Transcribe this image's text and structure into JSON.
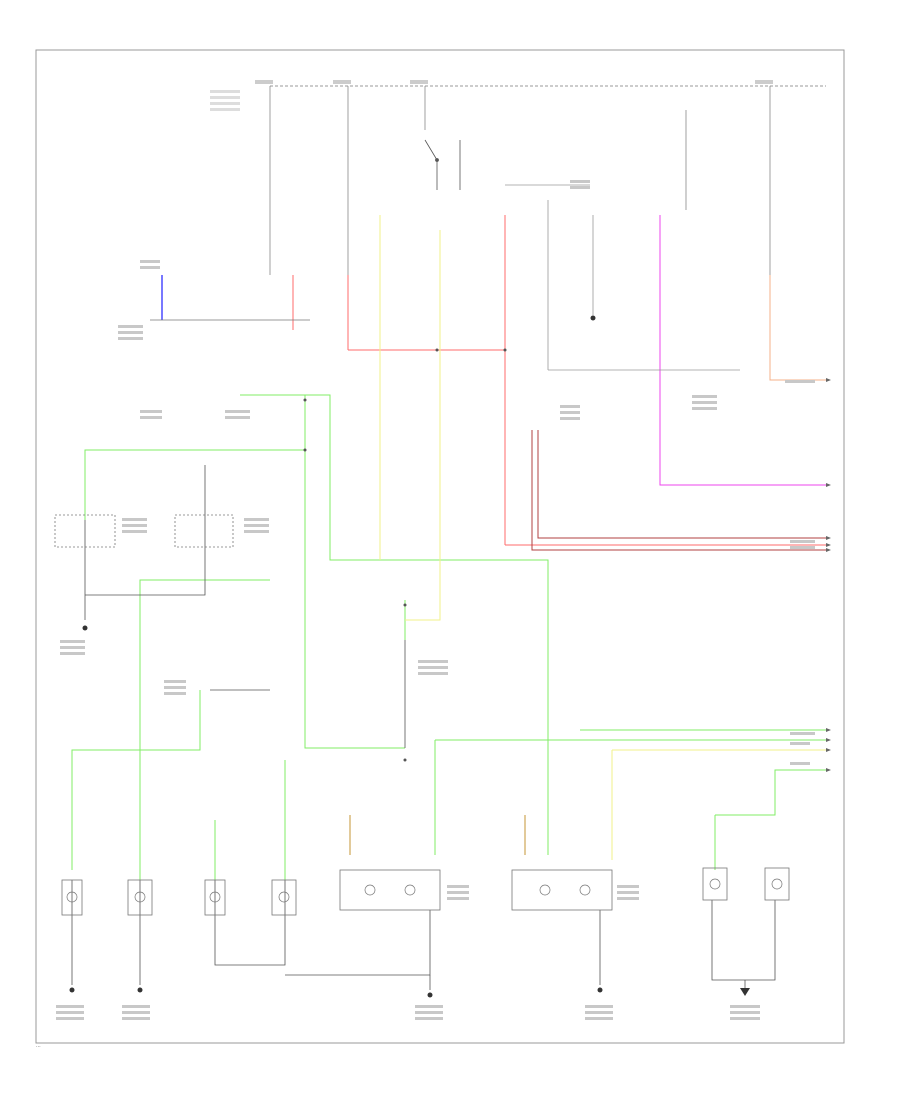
{
  "diagram": {
    "wire_colors": {
      "black": "#555555",
      "gray": "#9a9a9a",
      "blue": "#4a4aff",
      "red": "#ff6b6b",
      "dark_red": "#b04040",
      "green": "#80ee66",
      "yellow": "#f2f28a",
      "magenta": "#ee44ee",
      "orange": "#f5b088",
      "tan": "#d8b878"
    },
    "icons": [
      "ground-symbol",
      "switch-symbol",
      "lamp-symbol",
      "connector-arrow"
    ],
    "footer_code": "..."
  }
}
